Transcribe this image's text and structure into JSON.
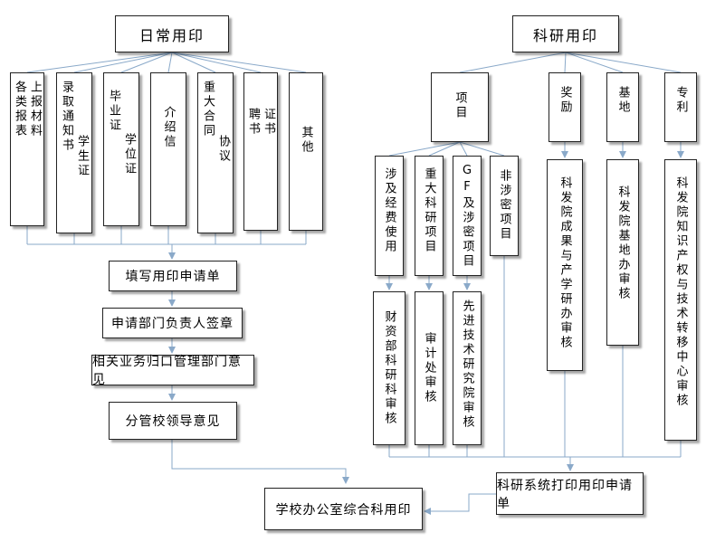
{
  "daily": {
    "title": "日常用印",
    "categories": [
      {
        "lines": [
          "各类报表",
          "上报材料"
        ]
      },
      {
        "lines": [
          "录取通知书",
          "学生证"
        ]
      },
      {
        "lines": [
          "毕业证",
          "学位证"
        ]
      },
      {
        "lines": [
          "介绍信"
        ]
      },
      {
        "lines": [
          "重大合同",
          "协议"
        ]
      },
      {
        "lines": [
          "聘书",
          "证书"
        ]
      },
      {
        "lines": [
          "其他"
        ]
      }
    ],
    "steps": [
      "填写用印申请单",
      "申请部门负责人签章",
      "相关业务归口管理部门意见",
      "分管校领导意见"
    ]
  },
  "research": {
    "title": "科研用印",
    "branches": {
      "project": "项目",
      "award": "奖励",
      "base": "基地",
      "patent": "专利"
    },
    "project_types": [
      "涉及经费使用",
      "重大科研项目",
      "GF及涉密项目",
      "非涉密项目"
    ],
    "reviews": {
      "finance": "财资部科研科审核",
      "audit": "审计处审核",
      "advanced": "先进技术研究院审核",
      "award": "科发院成果与产学研办审核",
      "base": "科发院基地办审核",
      "patent": "科发院知识产权与技术转移中心审核"
    },
    "apply": "科研系统打印用印申请单"
  },
  "final": "学校办公室综合科用印",
  "line_color": "#8aa9c9"
}
